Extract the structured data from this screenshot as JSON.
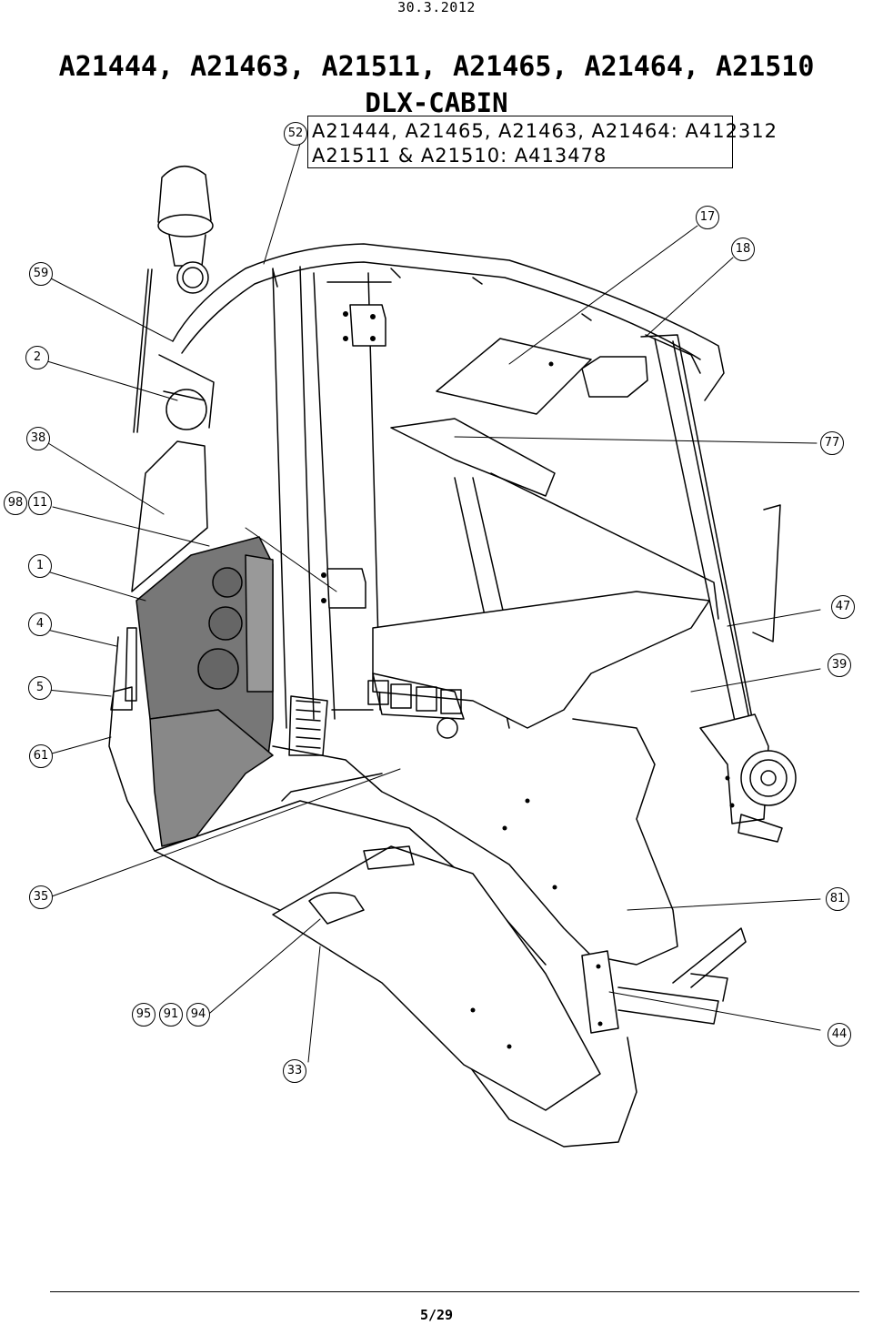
{
  "header": {
    "date": "30.3.2012",
    "models": "A21444, A21463, A21511, A21465, A21464, A21510",
    "cabin_title": "DLX-CABIN"
  },
  "note_box": {
    "line1": "A21444, A21465, A21463, A21464: A412312",
    "line2": "A21511 & A21510: A413478"
  },
  "callouts": {
    "c52": "52",
    "c17": "17",
    "c18": "18",
    "c59": "59",
    "c2": "2",
    "c38": "38",
    "c77": "77",
    "c98": "98",
    "c11": "11",
    "c1": "1",
    "c47": "47",
    "c4": "4",
    "c39": "39",
    "c5": "5",
    "c61": "61",
    "c35": "35",
    "c81": "81",
    "c95": "95",
    "c91": "91",
    "c94": "94",
    "c44": "44",
    "c33": "33"
  },
  "footer": {
    "page": "5/29"
  }
}
